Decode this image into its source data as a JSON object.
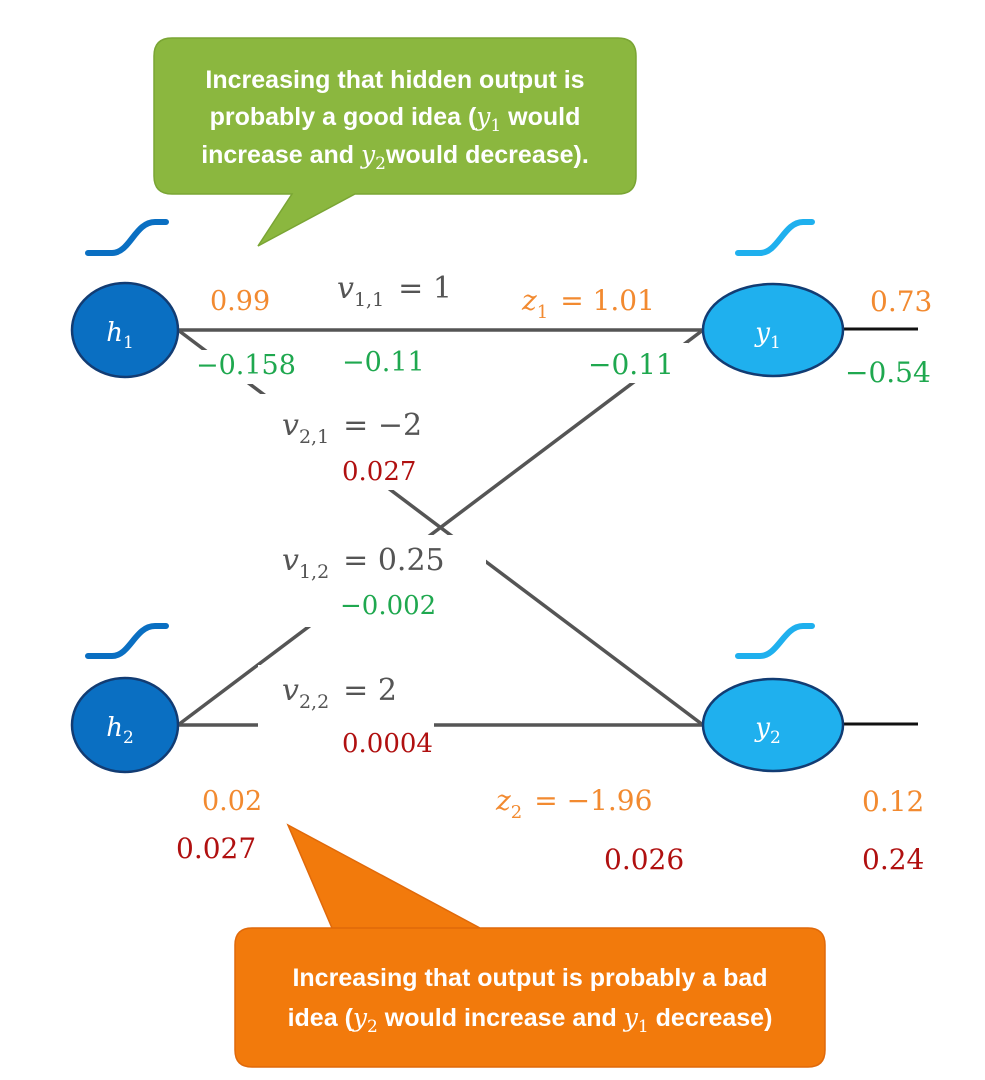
{
  "callouts": {
    "top": {
      "lines": [
        {
          "text": "Increasing that hidden output is"
        },
        {
          "pre": "probably a good idea (",
          "var": "y",
          "sub": "1",
          "post": " would"
        },
        {
          "pre": "increase and ",
          "var": "y",
          "sub": "2",
          "post": "would decrease)."
        }
      ],
      "fill": "#8bb73f"
    },
    "bottom": {
      "lines": [
        {
          "text": "Increasing that output is probably a bad"
        },
        {
          "pre": "idea (",
          "var": "y",
          "sub": "2",
          "post": " would increase and ",
          "var2": "y",
          "sub2": "1",
          "post2": " decrease)"
        }
      ],
      "fill": "#f27a0c"
    }
  },
  "nodes": {
    "h1": {
      "var": "h",
      "sub": "1"
    },
    "h2": {
      "var": "h",
      "sub": "2"
    },
    "y1": {
      "var": "y",
      "sub": "1"
    },
    "y2": {
      "var": "y",
      "sub": "2"
    }
  },
  "weights": {
    "v11": {
      "var": "v",
      "sub": "1,1",
      "eq": "= 1",
      "grad": "−0.11"
    },
    "v21": {
      "var": "v",
      "sub": "2,1",
      "eq": "= −2",
      "grad": "0.027"
    },
    "v12": {
      "var": "v",
      "sub": "1,2",
      "eq": "= 0.25",
      "grad": "−0.002"
    },
    "v22": {
      "var": "v",
      "sub": "2,2",
      "eq": "= 2",
      "grad": "0.0004"
    }
  },
  "values": {
    "h1_out": "0.99",
    "h1_grad": "−0.158",
    "h2_out": "0.02",
    "h2_grad": "0.027",
    "z1_label": "z",
    "z1_sub": "1",
    "z1_value": "=  1.01",
    "z1_grad": "−0.11",
    "z2_label": "z",
    "z2_sub": "2",
    "z2_value": "=  −1.96",
    "z2_grad": "0.026",
    "y1_out": "0.73",
    "y1_grad": "−0.54",
    "y2_out": "0.12",
    "y2_grad": "0.24"
  },
  "colors": {
    "orange": "#f28a30",
    "green": "#1fa84f",
    "red": "#b01010",
    "gray": "#555555",
    "hidden_node": "#0a6fc2",
    "output_node": "#1fb0ee"
  }
}
